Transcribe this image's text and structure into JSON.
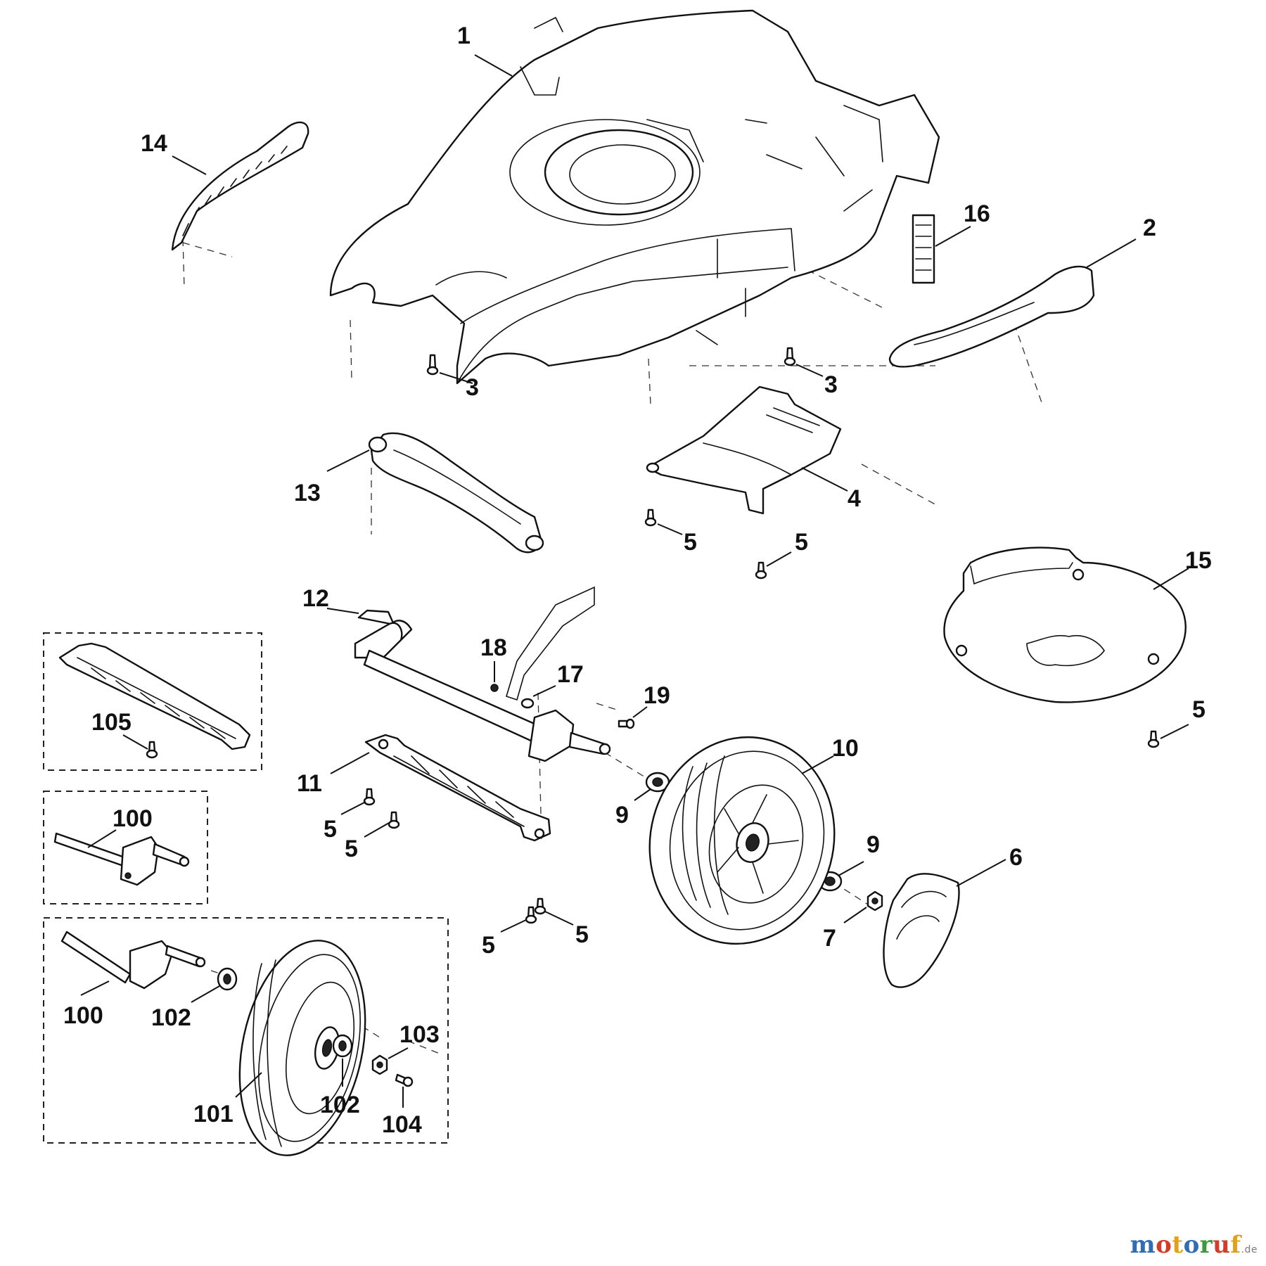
{
  "parts": {
    "p1": "1",
    "p2": "2",
    "p3a": "3",
    "p3b": "3",
    "p4": "4",
    "p5a": "5",
    "p5b": "5",
    "p5c": "5",
    "p5d": "5",
    "p5e": "5",
    "p5f": "5",
    "p5g": "5",
    "p6": "6",
    "p7": "7",
    "p9a": "9",
    "p9b": "9",
    "p10": "10",
    "p11": "11",
    "p12": "12",
    "p13": "13",
    "p14": "14",
    "p15": "15",
    "p16": "16",
    "p17": "17",
    "p18": "18",
    "p19": "19",
    "p100a": "100",
    "p100b": "100",
    "p101": "101",
    "p102a": "102",
    "p102b": "102",
    "p103": "103",
    "p104": "104",
    "p105": "105"
  },
  "watermark": {
    "letters": [
      "m",
      "o",
      "t",
      "o",
      "r",
      "u",
      "f"
    ],
    "colors": [
      "#2f6db5",
      "#d63b2a",
      "#e3a018",
      "#2f6db5",
      "#3a9b3a",
      "#d63b2a",
      "#e3a018"
    ],
    "domain": ".de"
  }
}
